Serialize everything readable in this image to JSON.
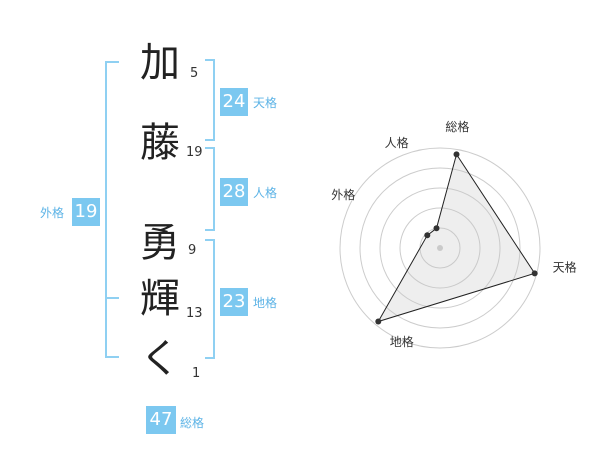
{
  "name_chars": [
    {
      "char": "加",
      "strokes": "5"
    },
    {
      "char": "藤",
      "strokes": "19"
    },
    {
      "char": "勇",
      "strokes": "9"
    },
    {
      "char": "輝",
      "strokes": "13"
    },
    {
      "char": "く",
      "strokes": "1"
    }
  ],
  "fortune": {
    "tenkaku": {
      "label": "天格",
      "value": "24"
    },
    "jinkaku": {
      "label": "人格",
      "value": "28"
    },
    "chikaku": {
      "label": "地格",
      "value": "23"
    },
    "gaikaku": {
      "label": "外格",
      "value": "19"
    },
    "soukaku": {
      "label": "総格",
      "value": "47"
    }
  },
  "colors": {
    "accent": "#7cc8f0",
    "label": "#5cb3e6",
    "bracket": "#8fd0f2"
  },
  "chart_data": {
    "type": "radar",
    "axes": [
      "総格",
      "天格",
      "地格",
      "外格",
      "人格"
    ],
    "values": [
      0.95,
      0.98,
      0.96,
      0.18,
      0.2
    ],
    "rings": 5,
    "grid": true
  }
}
